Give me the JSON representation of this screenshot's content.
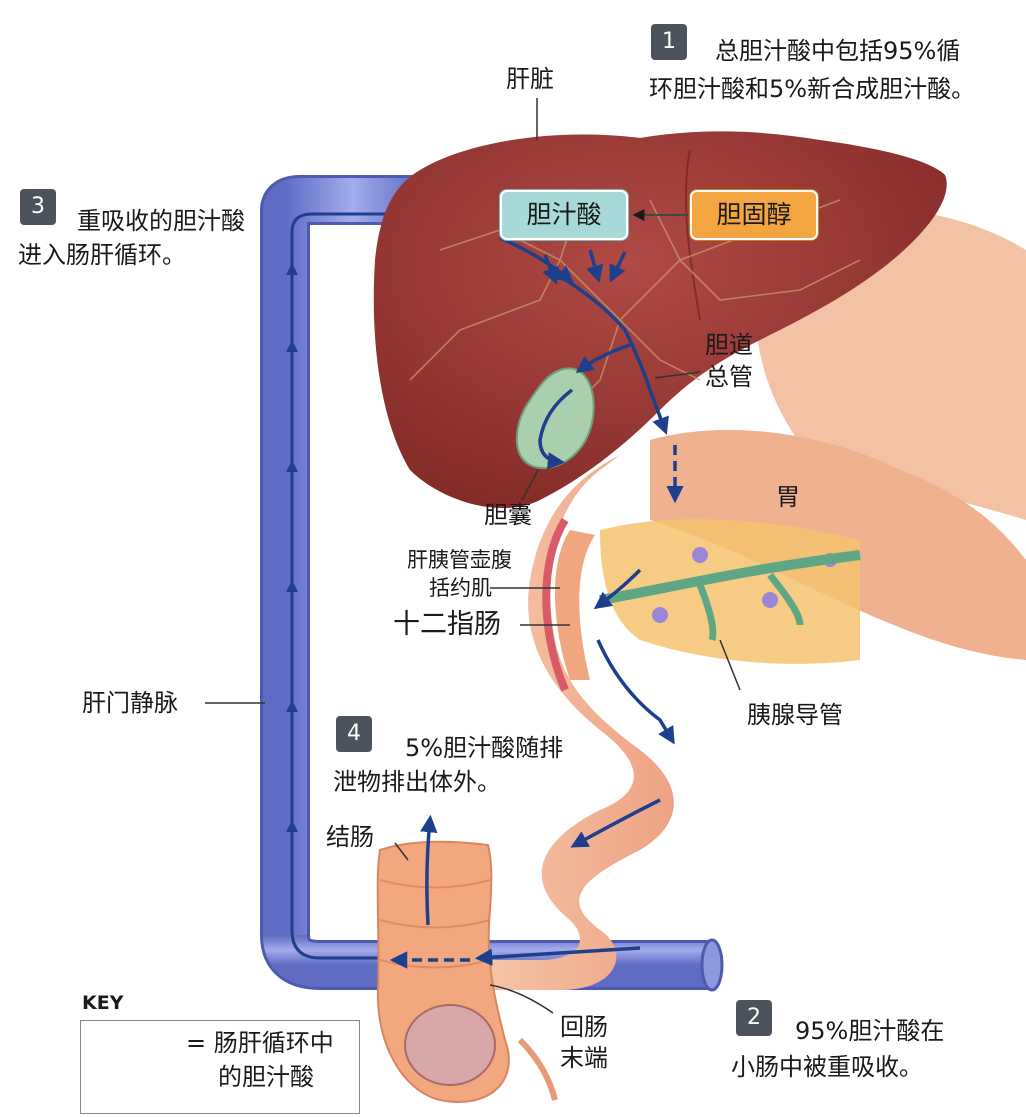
{
  "labels": {
    "liver": "肝脏",
    "bile_acid_box": "胆汁酸",
    "cholesterol_box": "胆固醇",
    "common_bile_duct_1": "胆道",
    "common_bile_duct_2": "总管",
    "gallbladder": "胆囊",
    "stomach": "胃",
    "sphincter_1": "肝胰管壶腹",
    "sphincter_2": "括约肌",
    "duodenum": "十二指肠",
    "pancreatic_duct": "胰腺导管",
    "portal_vein": "肝门静脉",
    "colon": "结肠",
    "ileum_1": "回肠",
    "ileum_2": "末端"
  },
  "steps": [
    {
      "num": "1",
      "line1": "总胆汁酸中包括95%循",
      "line2": "环胆汁酸和5%新合成胆汁酸。"
    },
    {
      "num": "2",
      "line1": "95%胆汁酸在",
      "line2": "小肠中被重吸收。"
    },
    {
      "num": "3",
      "line1": "重吸收的胆汁酸",
      "line2": "进入肠肝循环。"
    },
    {
      "num": "4",
      "line1": "5%胆汁酸随排",
      "line2": "泄物排出体外。"
    }
  ],
  "key": {
    "title": "KEY",
    "line1": "= 肠肝循环中",
    "line2": "的胆汁酸"
  },
  "colors": {
    "liver": "#8e2f2c",
    "portal_vein": "#7b86d4",
    "flow_arrow": "#1d3f8c",
    "bile_box": "#a7d9d9",
    "cholesterol_box": "#f2a541",
    "intestine": "#f4b99a",
    "gallbladder": "#a9cfae",
    "badge": "#4d535c"
  }
}
